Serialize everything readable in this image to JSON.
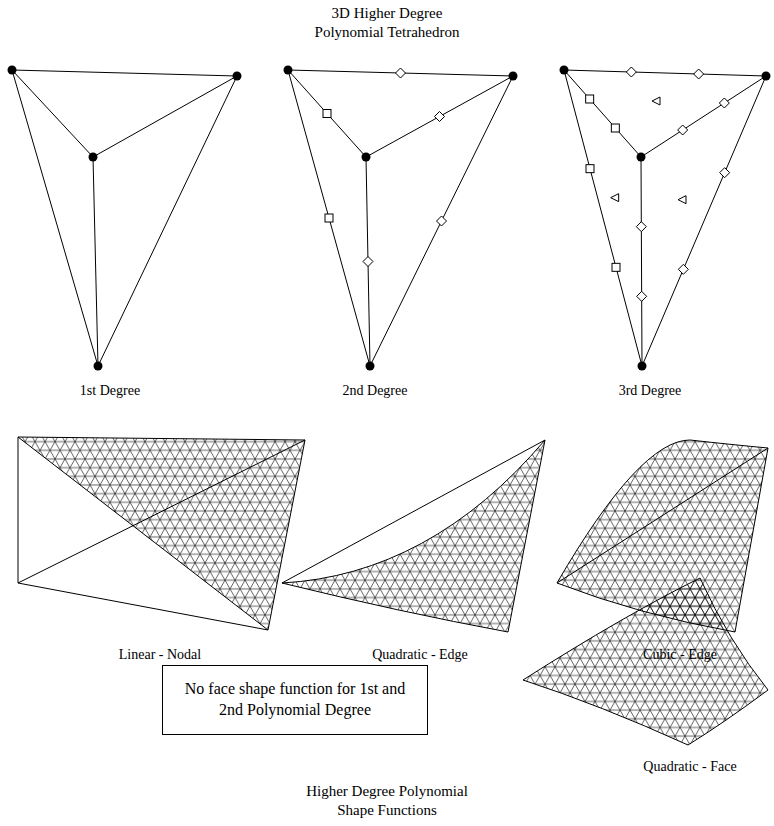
{
  "diagram": {
    "title": "3D Higher Degree Polynomial Tetrahedron",
    "caption": "Higher Degree Polynomial Shape Functions",
    "nodes": [
      {
        "text": [
          "No face shape function for 1st and 2nd Polynomial Degree"
        ]
      }
    ],
    "labels": [
      "1st Degree",
      "2nd Degree",
      "3rd Degree",
      "Linear - Nodal",
      "Quadratic - Edge",
      "Cubic - Edge",
      "Quadratic - Face"
    ]
  }
}
